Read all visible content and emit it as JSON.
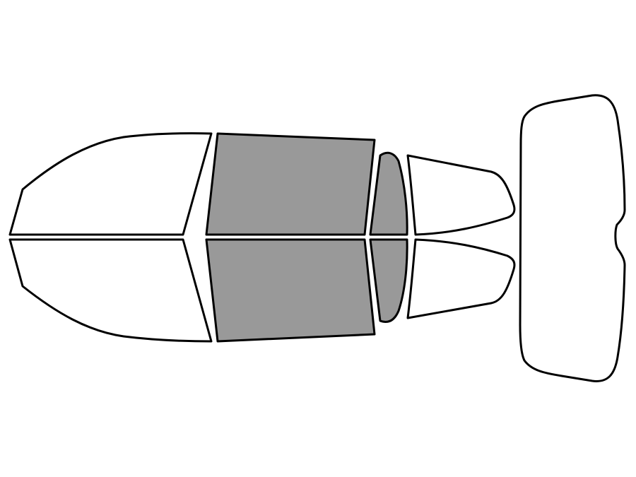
{
  "diagram": {
    "type": "window-tint-diagram",
    "colors": {
      "background": "#ffffff",
      "outline": "#000000",
      "untinted": "#ffffff",
      "tinted": "#999999"
    },
    "panes": [
      {
        "id": "windshield-upper",
        "tinted": false
      },
      {
        "id": "windshield-lower",
        "tinted": false
      },
      {
        "id": "front-door-upper",
        "tinted": true
      },
      {
        "id": "front-door-lower",
        "tinted": true
      },
      {
        "id": "rear-door-upper",
        "tinted": true
      },
      {
        "id": "rear-door-lower",
        "tinted": true
      },
      {
        "id": "quarter-window-upper",
        "tinted": false
      },
      {
        "id": "quarter-window-lower",
        "tinted": false
      },
      {
        "id": "rear-window",
        "tinted": false
      }
    ]
  }
}
